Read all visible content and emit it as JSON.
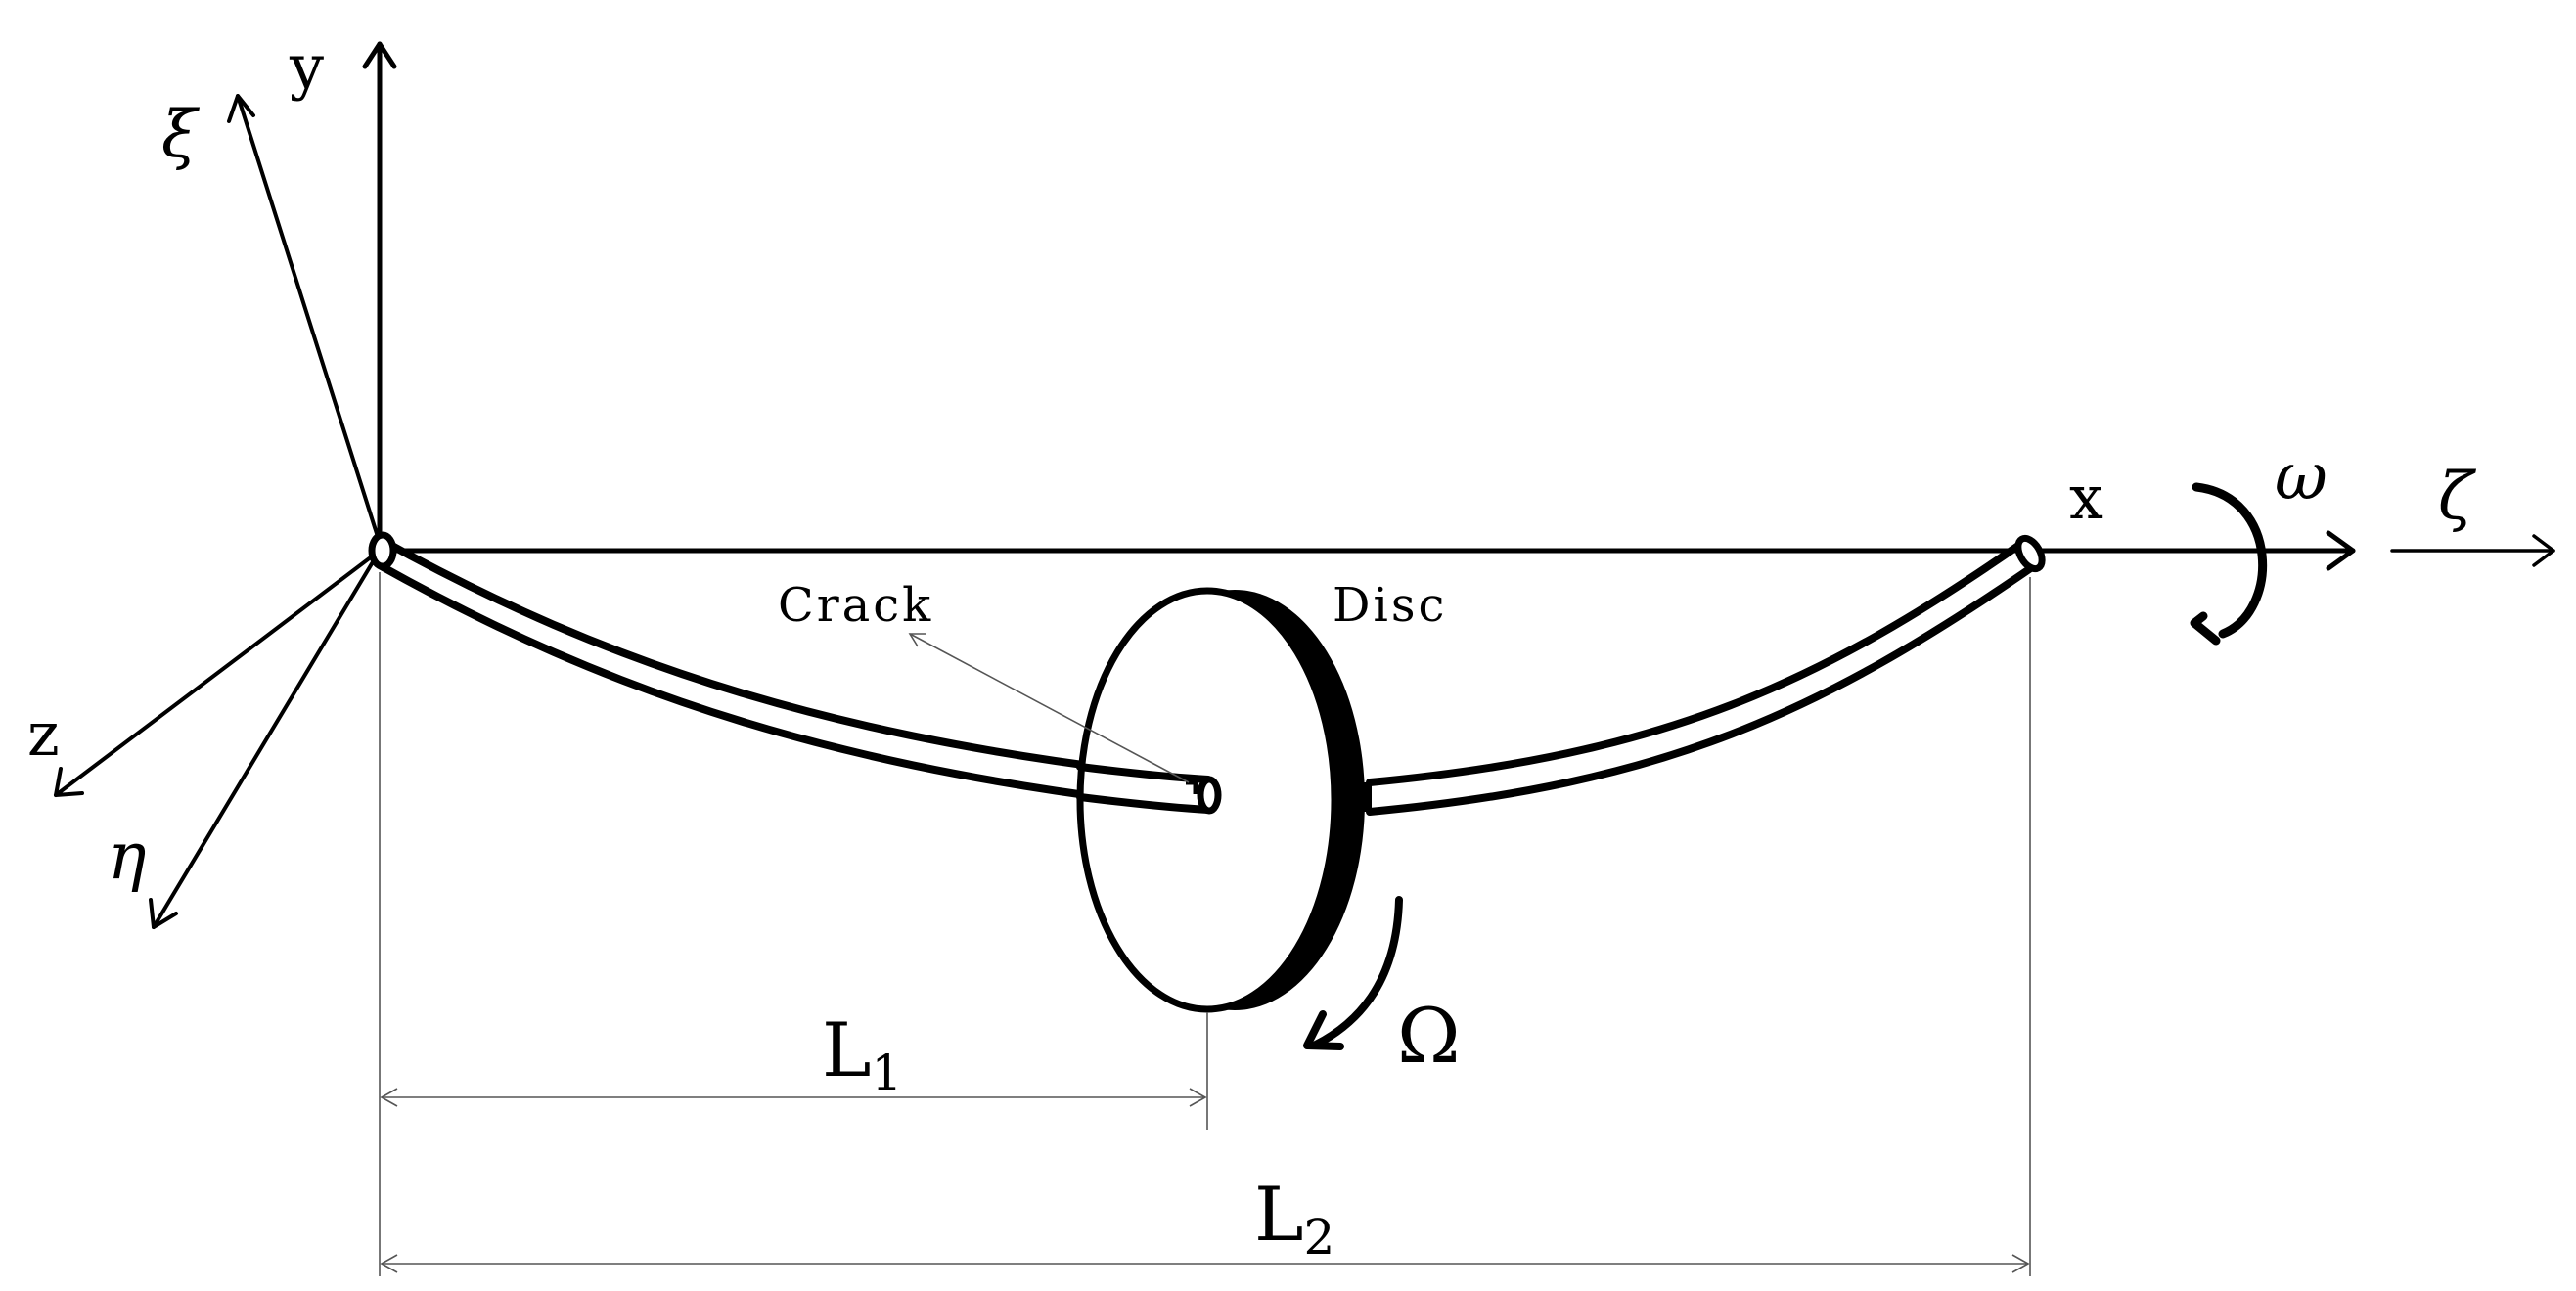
{
  "axes": {
    "y": "y",
    "x": "x",
    "z": "z",
    "xi": "ξ",
    "eta": "η",
    "zeta": "ζ"
  },
  "rotation": {
    "omega": "ω",
    "Omega": "Ω"
  },
  "components": {
    "crack": "Crack",
    "disc": "Disc"
  },
  "dimensions": {
    "L1_main": "L",
    "L1_sub": "1",
    "L2_main": "L",
    "L2_sub": "2"
  }
}
